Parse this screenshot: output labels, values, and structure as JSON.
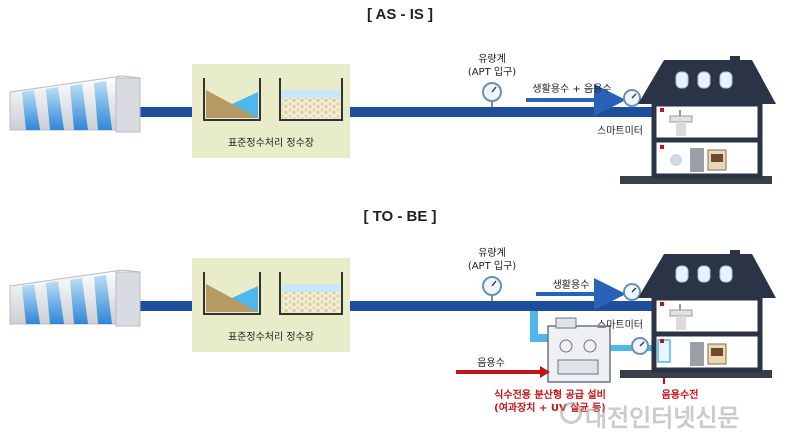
{
  "as_is": {
    "title": "[ AS - IS ]",
    "plant_label": "표준정수처리 정수장",
    "meter_label_line1": "유량계",
    "meter_label_line2": "(APT 입구)",
    "flow_label": "생활용수 + 음용수",
    "smart_meter_label": "스마트미터"
  },
  "to_be": {
    "title": "[ TO - BE ]",
    "plant_label": "표준정수처리 정수장",
    "meter_label_line1": "유량계",
    "meter_label_line2": "(APT 입구)",
    "flow_label": "생활용수",
    "smart_meter_label": "스마트미터",
    "drinking_water_label": "음용수",
    "device_label_line1": "식수전용 분산형 공급 설비",
    "device_label_line2": "(여과장치 + UV 살균 등)",
    "faucet_label": "음용수전"
  },
  "watermark": "대전인터넷신문",
  "colors": {
    "pipe": "#1c4e9c",
    "arrow": "#2a62b8",
    "branch": "#4fb7ea",
    "red": "#c0141a",
    "house": "#2b3446"
  }
}
